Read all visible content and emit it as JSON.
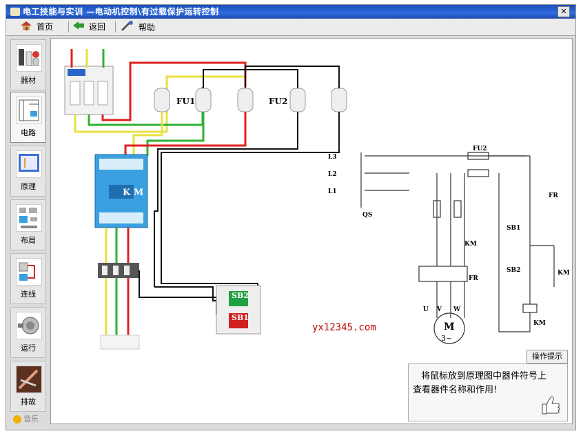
{
  "window": {
    "title": "电工技能与实训 —电动机控制\\有过载保护运转控制",
    "close_label": "✕"
  },
  "toolbar": {
    "home_label": "首页",
    "back_label": "返回",
    "help_label": "帮助"
  },
  "nav": {
    "items": [
      {
        "label": "器材",
        "icon": "components-icon"
      },
      {
        "label": "电路",
        "icon": "circuit-icon"
      },
      {
        "label": "原理",
        "icon": "principle-icon"
      },
      {
        "label": "布局",
        "icon": "layout-icon"
      },
      {
        "label": "连线",
        "icon": "wiring-icon"
      },
      {
        "label": "运行",
        "icon": "run-icon"
      },
      {
        "label": "排故",
        "icon": "troubleshoot-icon"
      }
    ],
    "active": "电路",
    "music_label": "音乐"
  },
  "diagram": {
    "fuse1_label": "FU1",
    "fuse2_label": "FU2",
    "contactor_label": "K M",
    "sb2_label": "SB2",
    "sb1_label": "SB1",
    "schematic": {
      "l3": "L3",
      "l2": "L2",
      "l1": "L1",
      "qs": "QS",
      "fu2": "FU2",
      "km_main": "KM",
      "fr_main": "FR",
      "fr_ctrl": "FR",
      "sb1": "SB1",
      "sb2": "SB2",
      "km_aux": "KM",
      "km_coil": "KM",
      "u": "U",
      "v": "V",
      "w": "W",
      "motor_m": "M",
      "motor_3": "3~"
    }
  },
  "watermark": "yx12345.com",
  "hint": {
    "tab_label": "操作提示",
    "text": "将鼠标放到原理图中器件符号上查看器件名称和作用!"
  },
  "colors": {
    "title_bar": "#2f6be0",
    "wire_red": "#e02020",
    "wire_yellow": "#e8e040",
    "wire_green": "#30b030",
    "wire_black": "#111111",
    "contactor_blue": "#3aa0e0",
    "button_green": "#20a040",
    "button_red": "#d02020",
    "watermark": "#c00000"
  }
}
